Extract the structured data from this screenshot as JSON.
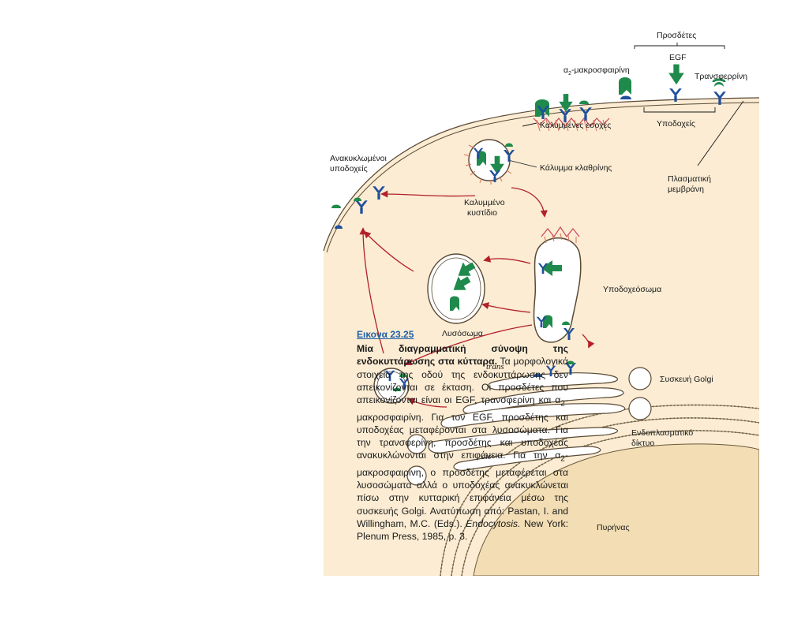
{
  "caption": {
    "figure_number": "Εικονα 23.25",
    "title": "Μία διαγραμματική σύνοψη της ενδοκυττάρωσης στα κύτταρα.",
    "body_1": "Τα μορφολογικά στοιχεία της οδού της ενδοκυττάρωσης δεν απεικονίζονται σε έκταση. Οι προσδέτες που απεικονίζονται είναι οι EGF, τρανσφερίνη και α",
    "body_1_sub": "2",
    "body_2": "-μακροσφαιρίνη. Για τον EGF, προσδέτης και υποδοχέας μεταφέρονται στα λυσοσώματα. Για την τρανσφερίνη, προσδέτης και υποδοχέας ανακυκλώνονται στην επιφάνεια. Για την α",
    "body_2_sub": "2",
    "body_3": "-μακροσφαιρίνη, ο προσδέτης μεταφέρεται στα λυσοσώματα αλλά ο υποδοχέας ανακυκλώνεται πίσω στην κυτταρική επιφάνεια μέσω της συσκευής Golgi. Ανατύπωση από: Pastan, I. and Willingham, M.C. (Eds.). ",
    "body_italic": "Endocytosis.",
    "body_4": " New York: Plenum Press, 1985, p. 3."
  },
  "labels": {
    "ligands": "Προσδέτες",
    "a2_prefix": "α",
    "a2_sub": "2",
    "a2_suffix": "-μακροσφαιρίνη",
    "egf": "EGF",
    "transferrin": "Τρανσφερρίνη",
    "receptors": "Υποδοχείς",
    "coated_pits": "Καλυμμένες εσοχές",
    "clathrin_coat": "Κάλυμμα κλαθρίνης",
    "plasma_membrane_1": "Πλασματική",
    "plasma_membrane_2": "μεμβράνη",
    "recycled_receptors_1": "Ανακυκλωμένοι",
    "recycled_receptors_2": "υποδοχείς",
    "coated_vesicle_1": "Καλυμμένο",
    "coated_vesicle_2": "κυστίδιο",
    "receptosome": "Υποδοχεόσωμα",
    "lysosome": "Λυσόσωμα",
    "trans": "trans",
    "cis": "cis",
    "golgi": "Συσκευή Golgi",
    "er_1": "Ενδοπλασματικό",
    "er_2": "δίκτυο",
    "nucleus": "Πυρήνας"
  },
  "colors": {
    "cytoplasm": "#fbecd3",
    "nucleus": "#f2ddb4",
    "receptor_blue": "#1f4f9c",
    "ligand_green": "#1f8a4c",
    "arrow_red": "#b3202a",
    "clathrin": "#d9705a"
  }
}
